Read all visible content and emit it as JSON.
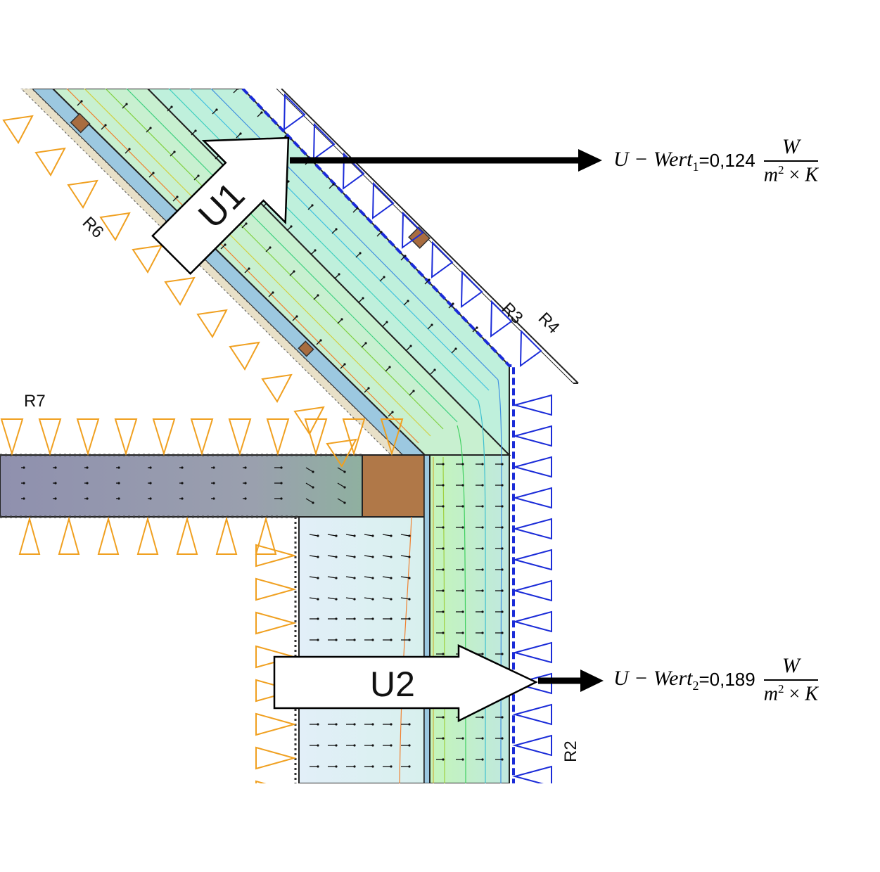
{
  "regions": {
    "r2": "R2",
    "r3": "R3",
    "r4": "R4",
    "r6": "R6",
    "r7": "R7"
  },
  "arrows": {
    "u1": "U1",
    "u2": "U2"
  },
  "results": [
    {
      "var": "U − Wert",
      "sub": "1",
      "eq": "=0,124",
      "num": "W",
      "den_m": "m",
      "den_exp": "2",
      "den_op": " × ",
      "den_k": "K"
    },
    {
      "var": "U − Wert",
      "sub": "2",
      "eq": "=0,189",
      "num": "W",
      "den_m": "m",
      "den_exp": "2",
      "den_op": " × ",
      "den_k": "K"
    }
  ],
  "colors": {
    "interior_boundary": "#f0a020",
    "exterior_boundary": "#1a2bd8",
    "insulation": "#bff0d8",
    "wood": "#b07848",
    "slab": "#9a9ab0",
    "membrane": "#9cc8e0"
  }
}
